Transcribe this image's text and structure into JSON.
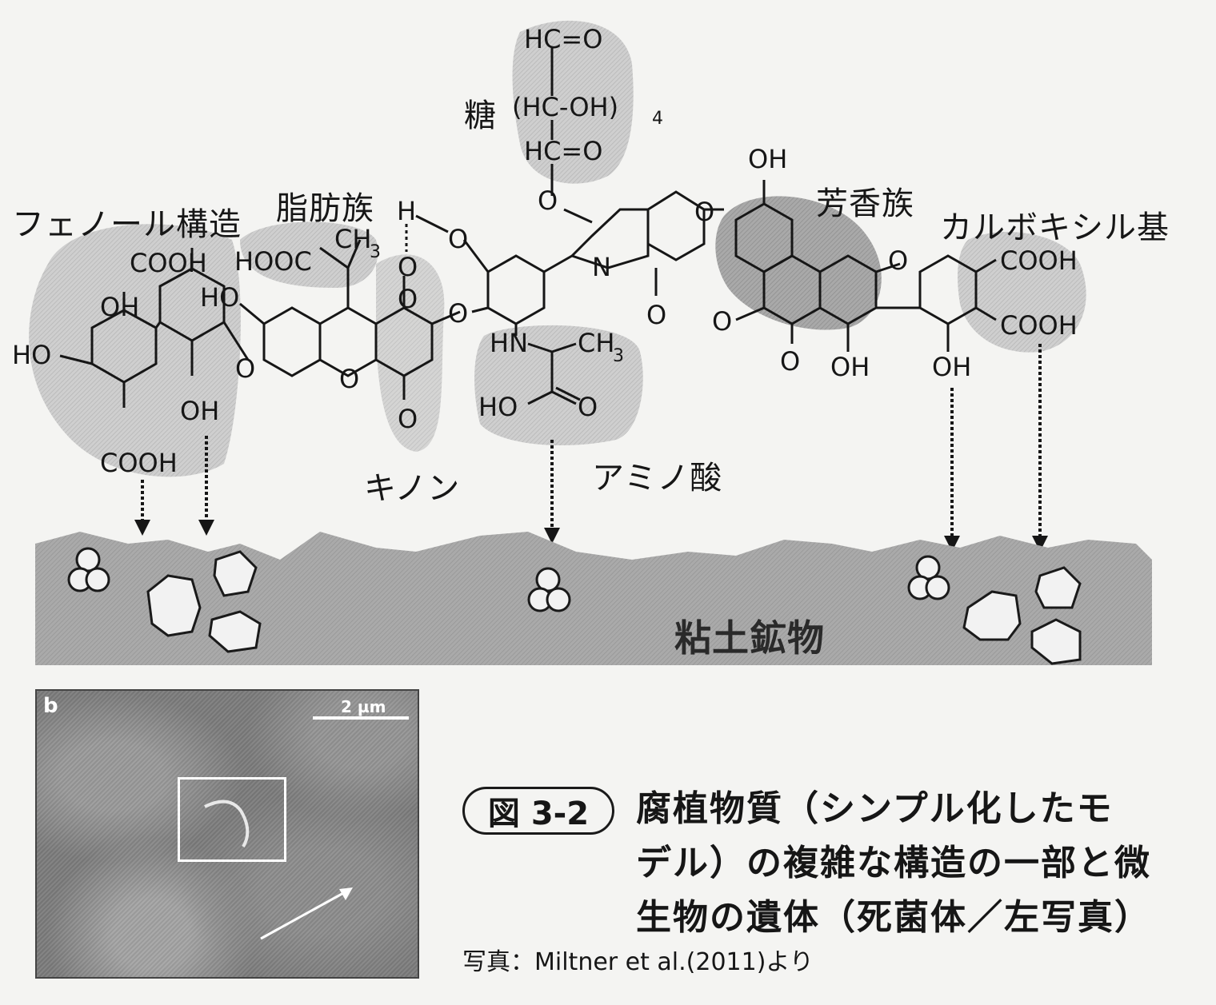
{
  "figure": {
    "number_badge": "図 3-2",
    "caption_lines": [
      "腐植物質（シンプル化したモ",
      "デル）の複雑な構造の一部と微",
      "生物の遺体（死菌体／左写真）"
    ],
    "credit": "写真：Miltner et al.(2011)より"
  },
  "diagram": {
    "group_labels": {
      "phenol": "フェノール構造",
      "aliphatic": "脂肪族",
      "sugar": "糖",
      "aromatic": "芳香族",
      "carboxyl": "カルボキシル基",
      "quinone": "キノン",
      "amino_acid": "アミノ酸"
    },
    "sugar_formula": {
      "top": "HC=O",
      "middle": "(HC-OH)",
      "subscript": "4",
      "bottom": "HC=O"
    },
    "atoms": {
      "cooh": "COOH",
      "oh": "OH",
      "ho": "HO",
      "o": "O",
      "n": "N",
      "h": "H",
      "hn": "HN",
      "ch3": "CH",
      "ch3_sub": "3",
      "hooc": "HOOC"
    },
    "clay_label": "粘土鉱物"
  },
  "photo": {
    "panel_letter": "b",
    "scale_bar": "2 µm"
  },
  "colors": {
    "highlight": "#c9c9c9",
    "highlight_dark": "#a8a8a8",
    "clay": "#a9a9a9",
    "ink": "#161616"
  }
}
